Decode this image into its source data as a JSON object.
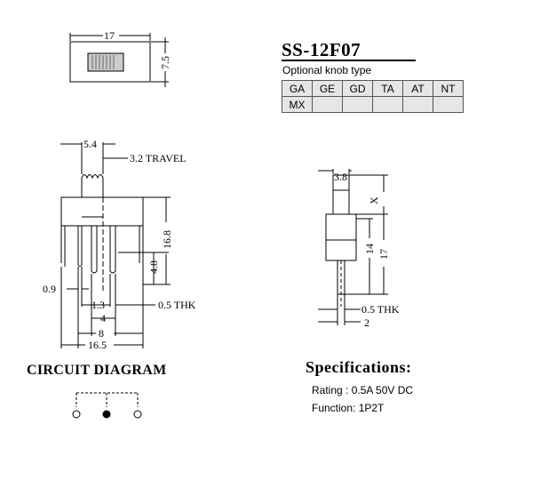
{
  "model": "SS-12F07",
  "knob_section": {
    "title": "Optional knob type",
    "row1": [
      "GA",
      "GE",
      "GD",
      "TA",
      "AT",
      "NT"
    ],
    "row2": [
      "MX",
      "",
      "",
      "",
      "",
      ""
    ]
  },
  "top_view": {
    "width": "17",
    "height": "7.5"
  },
  "front_view": {
    "knob_width": "5.4",
    "travel": "3.2 TRAVEL",
    "height_total": "16.8",
    "pin_height": "4.8",
    "pin_width": "0.9",
    "pin_thickness": "0.5 THK",
    "pitch_small": "1.3",
    "pitch_4": "4",
    "pitch_8": "8",
    "body_width": "16.5"
  },
  "side_view": {
    "knob_width": "3.8",
    "knob_height": "X",
    "body_height": "14",
    "total_height": "17",
    "pin_thickness": "0.5 THK",
    "pin_width": "2"
  },
  "circuit": {
    "title": "CIRCUIT DIAGRAM"
  },
  "specifications": {
    "title": "Specifications:",
    "rating": "Rating : 0.5A 50V DC",
    "function": "Function: 1P2T"
  }
}
